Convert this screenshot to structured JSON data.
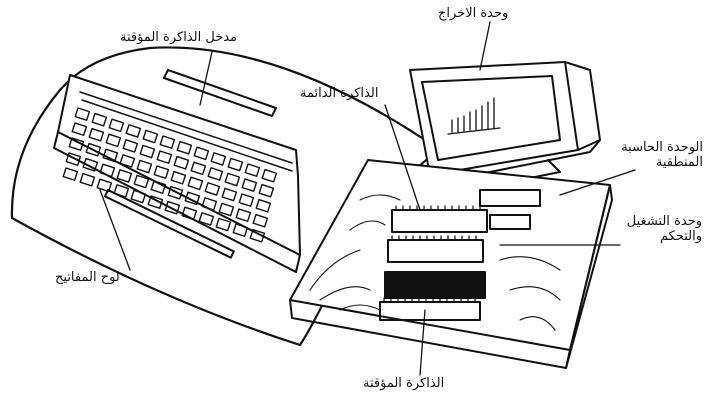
{
  "labels": {
    "output_unit": "وحدة الاخراج",
    "cache_input": "مدخل الذاكرة المؤقتة",
    "permanent_memory": "الذاكرة الدائمة",
    "alu_line1": "الوحدة الحاسبة",
    "alu_line2": "المنطقية",
    "control_line1": "وحدة التشغيل",
    "control_line2": "والتحكم",
    "keyboard": "لوح المفاتيح",
    "temp_memory": "الذاكرة المؤقتة"
  },
  "colors": {
    "ink": "#111111",
    "paper": "#ffffff"
  }
}
